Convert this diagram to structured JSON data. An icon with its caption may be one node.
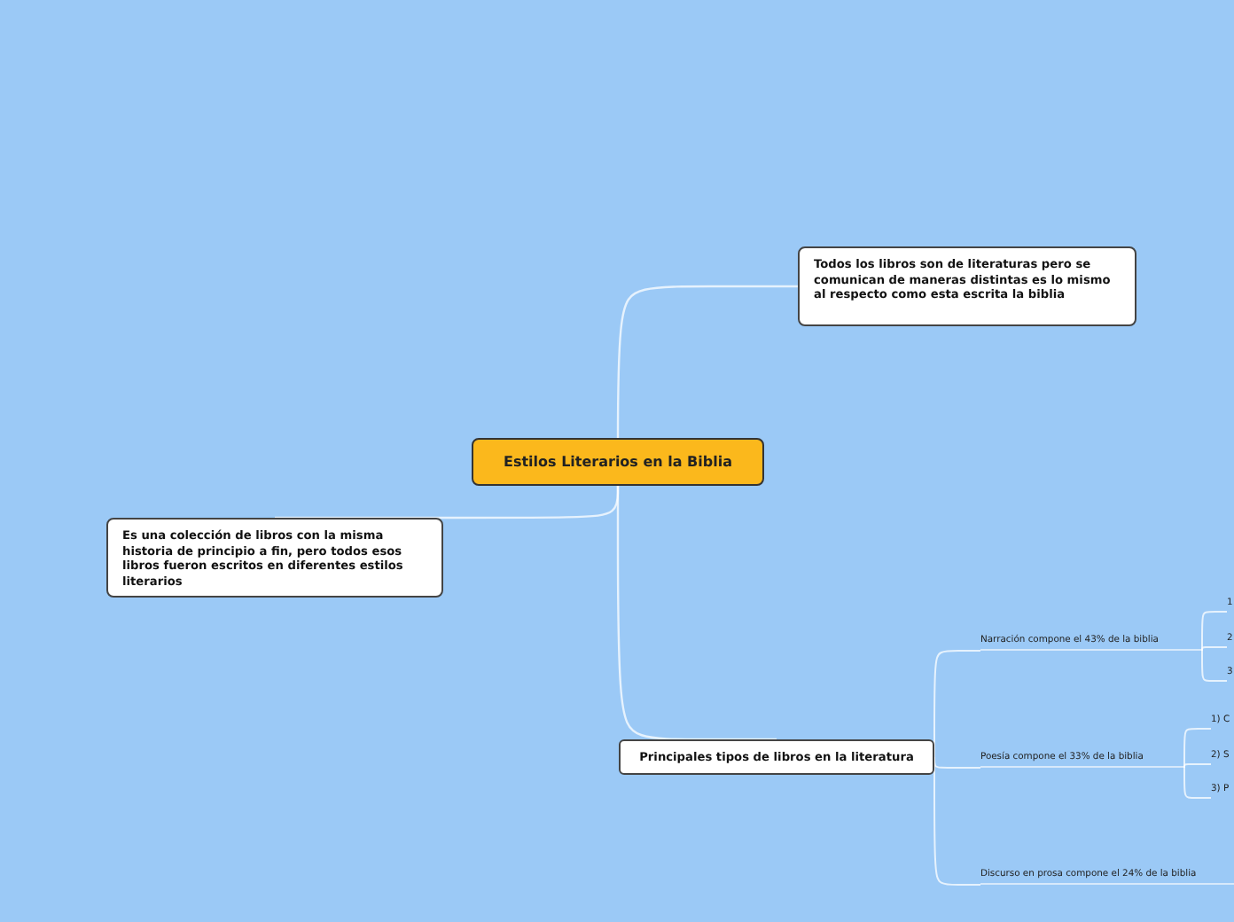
{
  "diagram": {
    "nodes": [
      {
        "text": [
          "Estilos Literarios en la Biblia"
        ]
      },
      {
        "text": [
          "Todos los libros son de literaturas pero se comunican de maneras distintas es lo mismo al respecto como esta escrita la biblia"
        ]
      },
      {
        "text": [
          "Es una colección de libros con la misma historia de principio a fin, pero todos esos libros fueron escritos en diferentes estilos literarios"
        ]
      },
      {
        "text": [
          "Principales tipos de libros en la literatura"
        ]
      },
      {
        "text": [
          "Narración compone el 43% de la biblia"
        ]
      },
      {
        "text": [
          "1"
        ]
      },
      {
        "text": [
          "2"
        ]
      },
      {
        "text": [
          "3"
        ]
      },
      {
        "text": [
          "Poesía compone el 33% de la biblia"
        ]
      },
      {
        "text": [
          "1) C"
        ]
      },
      {
        "text": [
          "2) S"
        ]
      },
      {
        "text": [
          "3) P"
        ]
      },
      {
        "text": [
          "Discurso en prosa compone el 24% de la biblia"
        ]
      }
    ],
    "edges": [
      {
        "from": 0,
        "to": 1,
        "arrow": "none"
      },
      {
        "from": 0,
        "to": 2,
        "arrow": "none"
      },
      {
        "from": 0,
        "to": 3,
        "arrow": "none"
      },
      {
        "from": 3,
        "to": 4,
        "arrow": "none"
      },
      {
        "from": 3,
        "to": 8,
        "arrow": "none"
      },
      {
        "from": 3,
        "to": 12,
        "arrow": "none"
      },
      {
        "from": 4,
        "to": 5,
        "arrow": "none"
      },
      {
        "from": 4,
        "to": 6,
        "arrow": "none"
      },
      {
        "from": 4,
        "to": 7,
        "arrow": "none"
      },
      {
        "from": 8,
        "to": 9,
        "arrow": "none"
      },
      {
        "from": 8,
        "to": 10,
        "arrow": "none"
      },
      {
        "from": 8,
        "to": 11,
        "arrow": "none"
      }
    ]
  }
}
